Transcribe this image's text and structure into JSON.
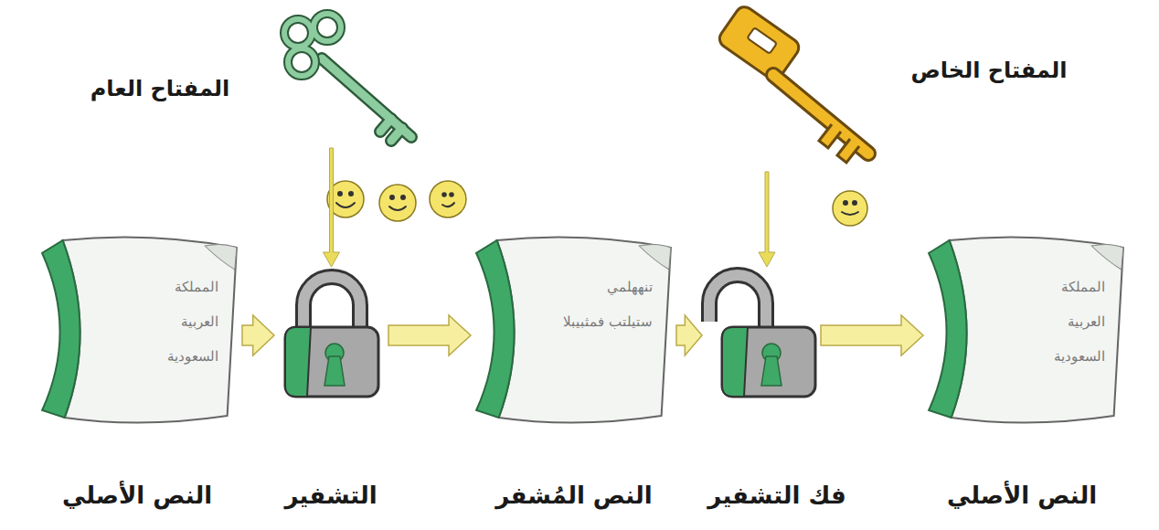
{
  "diagram": {
    "nodes": [
      {
        "text": [
          "المملكة العربية السعودية",
          "النص الأصلي"
        ]
      },
      {
        "text": [
          "المفتاح العام"
        ]
      },
      {
        "text": [
          "التشفير"
        ]
      },
      {
        "text": [
          "تنههلمي ستيلتب فمثبيبلا",
          "النص المُشفر"
        ]
      },
      {
        "text": [
          "المفتاح الخاص"
        ]
      },
      {
        "text": [
          "فك التشفير"
        ]
      },
      {
        "text": [
          "المملكة العربية السعودية",
          "النص الأصلي"
        ]
      }
    ],
    "edges": [
      {
        "from": 0,
        "to": 2,
        "arrow": "to"
      },
      {
        "from": 2,
        "to": 3,
        "arrow": "to"
      },
      {
        "from": 3,
        "to": 5,
        "arrow": "to"
      },
      {
        "from": 5,
        "to": 6,
        "arrow": "to"
      },
      {
        "from": 1,
        "to": 2,
        "arrow": "to"
      },
      {
        "from": 4,
        "to": 5,
        "arrow": "to"
      }
    ]
  }
}
